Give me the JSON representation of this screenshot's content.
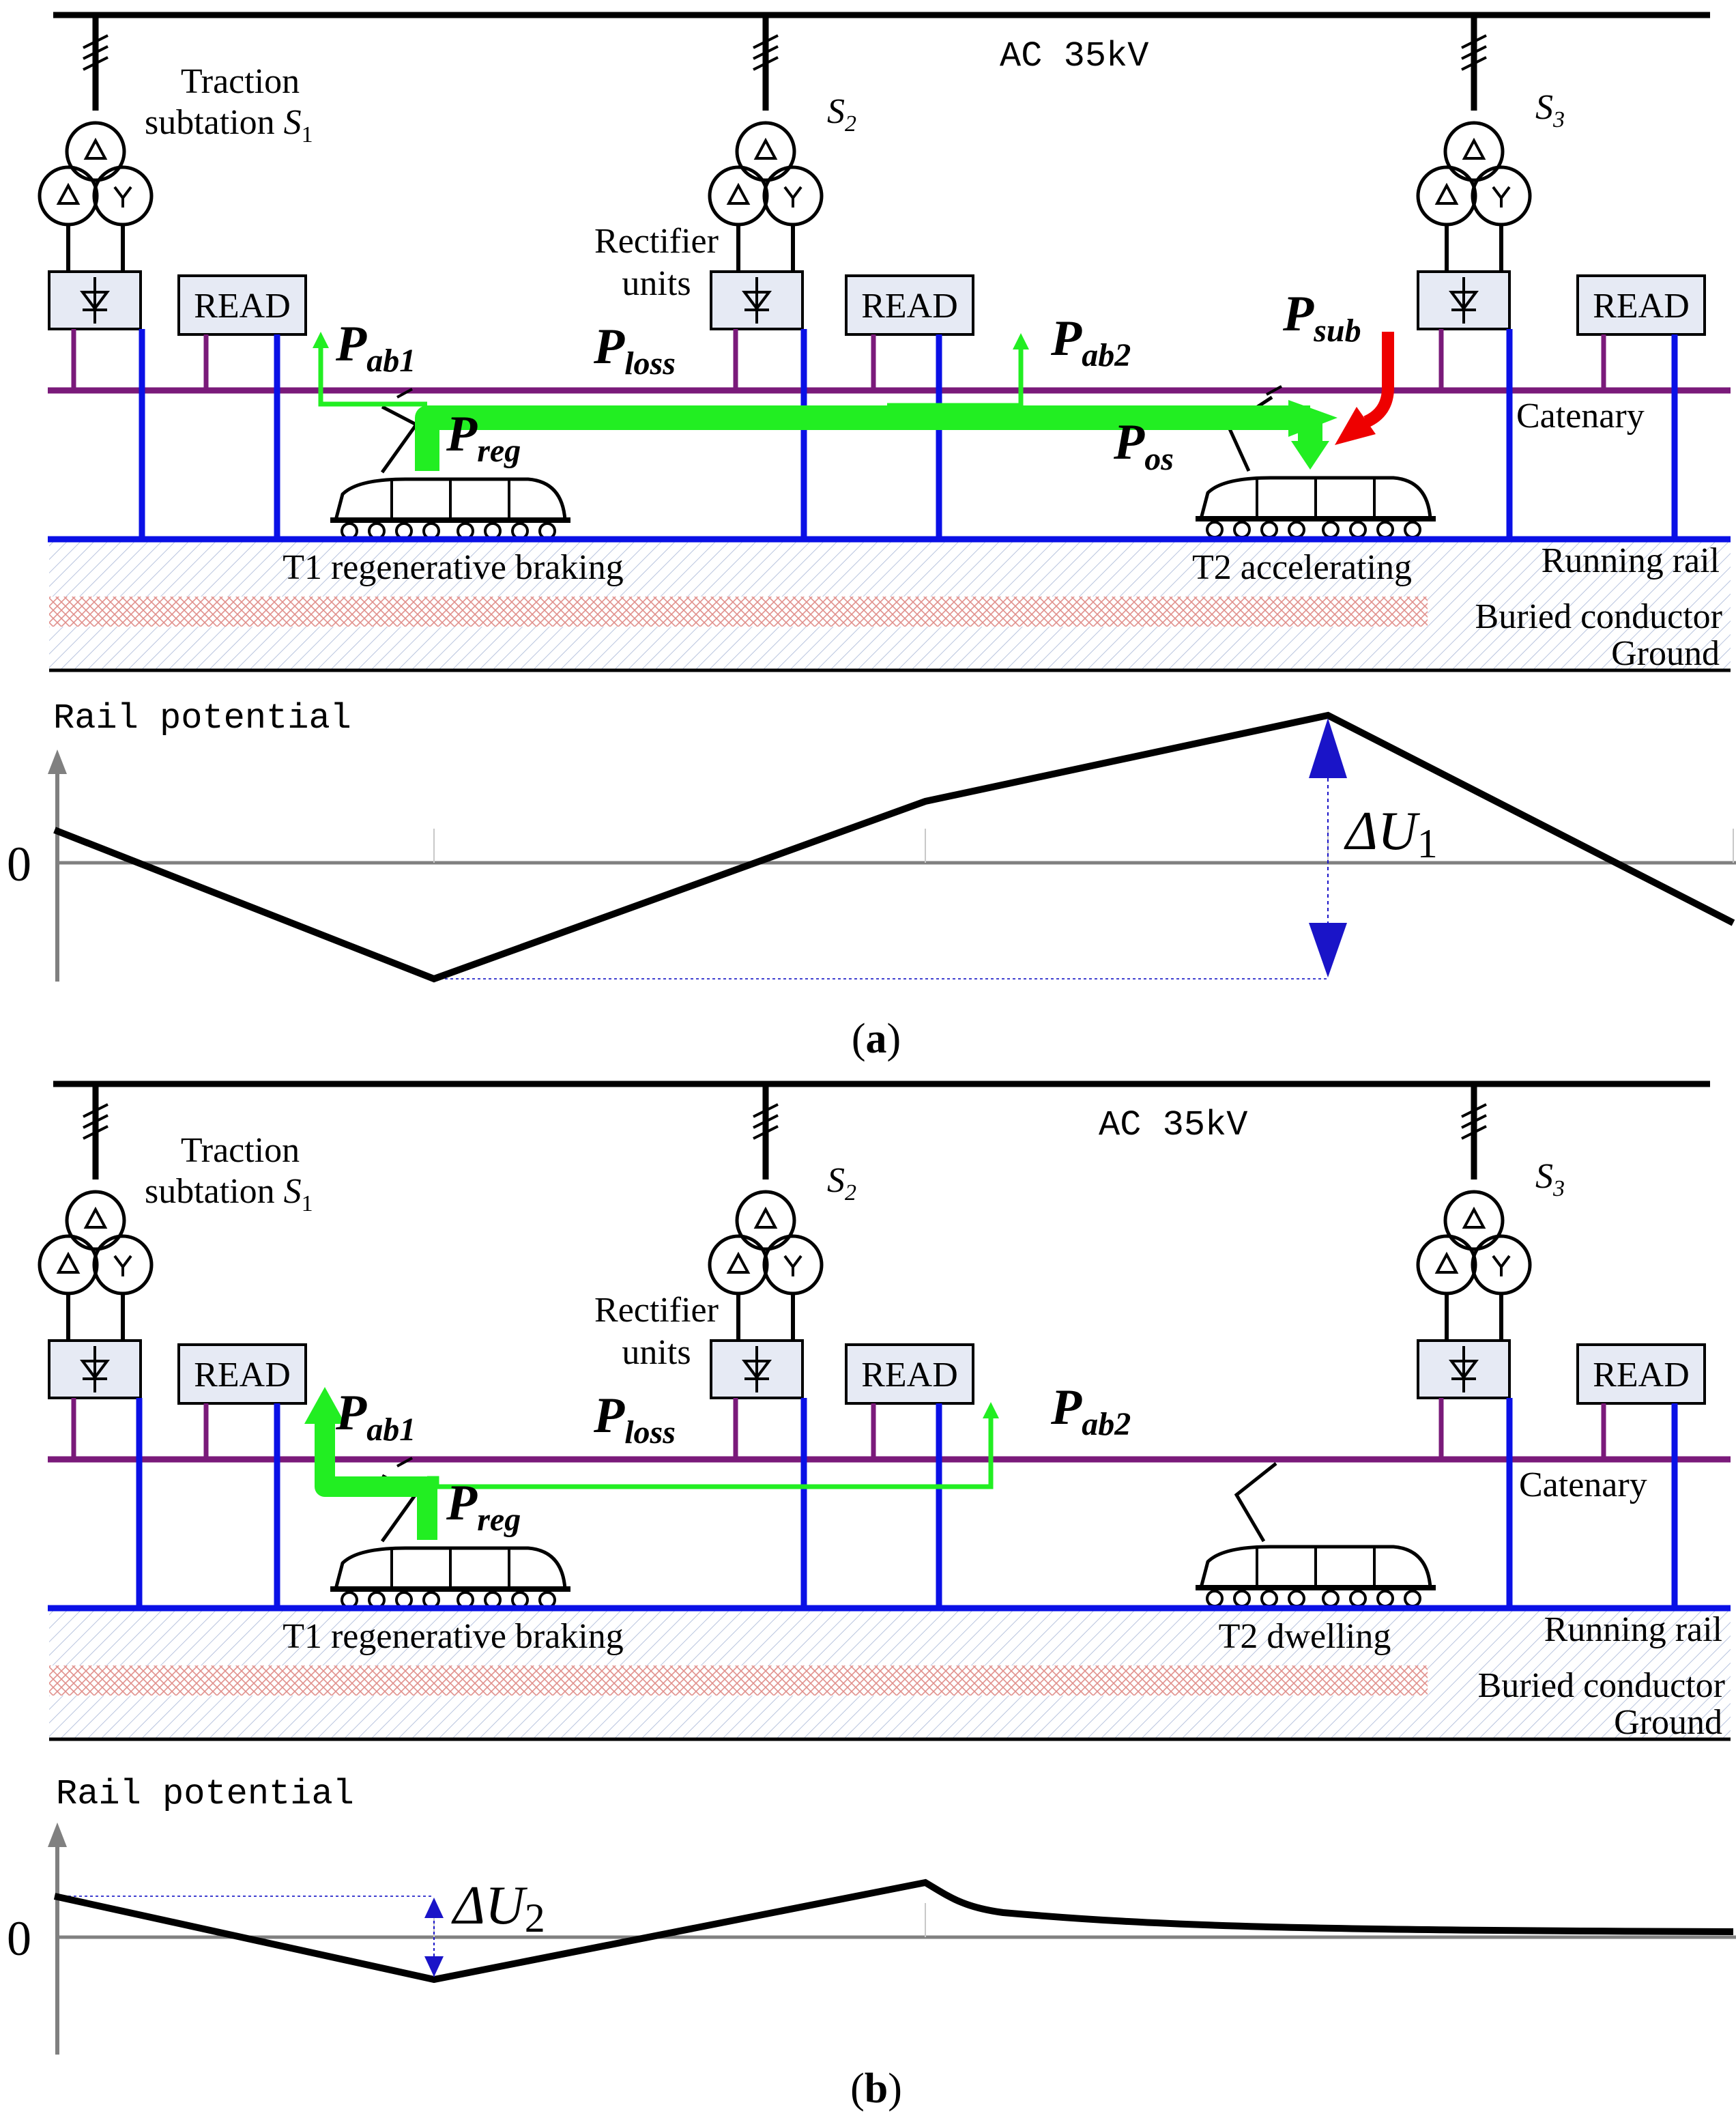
{
  "colors": {
    "feed_line": "#000000",
    "catenary": "#7a1a7a",
    "rail": "#0a10e6",
    "regen_flow": "#22ee22",
    "substation_flow": "#ee0000",
    "delta_arrow": "#1a14c8",
    "axis": "#808080",
    "buried_hatch": "#e0908c",
    "ground_hatch": "#b8c4de",
    "box_fill": "#e6eaf4"
  },
  "icons": [
    "transformer-icon",
    "rectifier-diode-icon",
    "train-icon",
    "pantograph-icon",
    "ground-symbol-icon"
  ],
  "panel_a": {
    "ac_label": "AC 35kV",
    "s1_label_line1": "Traction",
    "s1_label_line2": "subtation",
    "s1_sym": "S",
    "s1_sub": "1",
    "s2_sym": "S",
    "s2_sub": "2",
    "s3_sym": "S",
    "s3_sub": "3",
    "rectifier_line1": "Rectifier",
    "rectifier_line2": "units",
    "read_label": "READ",
    "p_ab1_main": "P",
    "p_ab1_sub": "ab1",
    "p_loss_main": "P",
    "p_loss_sub": "loss",
    "p_ab2_main": "P",
    "p_ab2_sub": "ab2",
    "p_sub_main": "P",
    "p_sub_sub": "sub",
    "p_reg_main": "P",
    "p_reg_sub": "reg",
    "p_os_main": "P",
    "p_os_sub": "os",
    "catenary_label": "Catenary",
    "t1_label": "T1 regenerative braking",
    "t2_label": "T2 accelerating",
    "rail_label": "Running rail",
    "buried_label": "Buried conductor",
    "ground_label": "Ground",
    "potential_label": "Rail potential",
    "zero_label": "0",
    "delta_main": "ΔU",
    "delta_sub": "1",
    "caption": "a",
    "curve_shape": "falls to minimum at T1, rises to maximum at T2, then falls"
  },
  "panel_b": {
    "ac_label": "AC 35kV",
    "s1_label_line1": "Traction",
    "s1_label_line2": "subtation",
    "s1_sym": "S",
    "s1_sub": "1",
    "s2_sym": "S",
    "s2_sub": "2",
    "s3_sym": "S",
    "s3_sub": "3",
    "rectifier_line1": "Rectifier",
    "rectifier_line2": "units",
    "read_label": "READ",
    "p_ab1_main": "P",
    "p_ab1_sub": "ab1",
    "p_loss_main": "P",
    "p_loss_sub": "loss",
    "p_ab2_main": "P",
    "p_ab2_sub": "ab2",
    "p_reg_main": "P",
    "p_reg_sub": "reg",
    "catenary_label": "Catenary",
    "t1_label": "T1 regenerative braking",
    "t2_label": "T2 dwelling",
    "rail_label": "Running rail",
    "buried_label": "Buried conductor",
    "ground_label": "Ground",
    "potential_label": "Rail potential",
    "zero_label": "0",
    "delta_main": "ΔU",
    "delta_sub": "2",
    "caption": "b",
    "curve_shape": "small dip at T1, peak at S2, then decays toward zero"
  }
}
